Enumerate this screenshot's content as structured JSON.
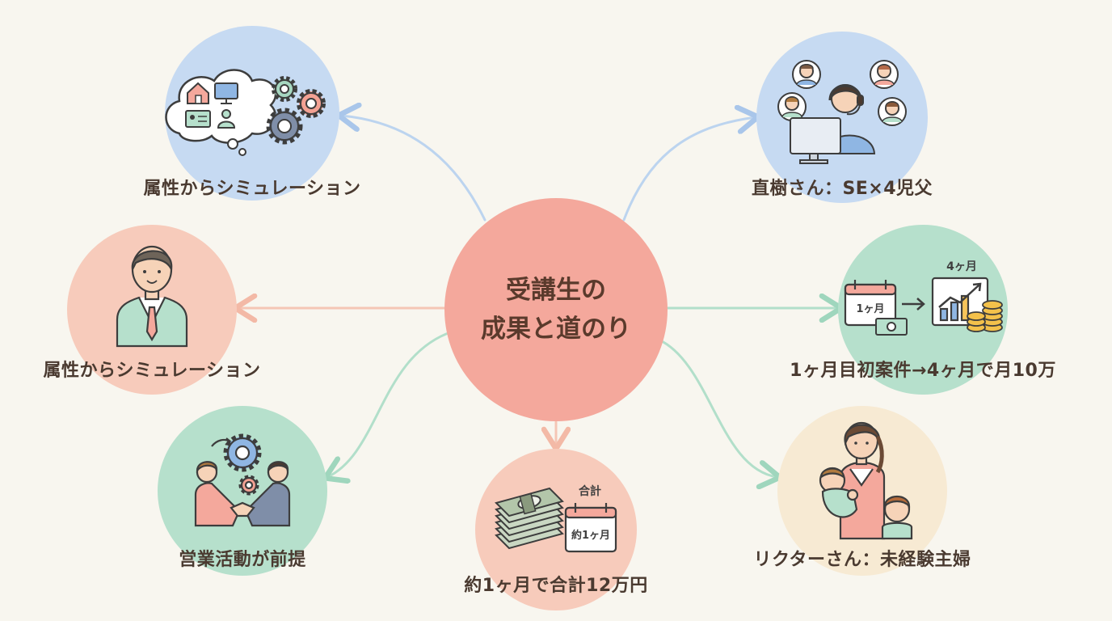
{
  "center": {
    "line1": "受講生の",
    "line2": "成果と道のり"
  },
  "nodes": {
    "top_left": {
      "label": "属性からシミュレーション"
    },
    "mid_left": {
      "label": "属性からシミュレーション"
    },
    "bottom_left": {
      "label": "営業活動が前提"
    },
    "bottom_center": {
      "label": "約1ヶ月で合計12万円",
      "tag_total": "合計",
      "calendar_text": "約1ヶ月"
    },
    "top_right": {
      "label": "直樹さん：SE×4児父"
    },
    "mid_right": {
      "label": "1ヶ月目初案件→4ヶ月で月10万",
      "calendar_text": "1ヶ月",
      "chart_tag": "4ヶ月"
    },
    "bottom_right": {
      "label": "リクターさん：未経験主婦"
    }
  },
  "colors": {
    "background": "#f8f6ef",
    "center": "#f4a89c",
    "blue": "#c6daf2",
    "peach": "#f7cbbb",
    "mint": "#b6e0cc",
    "cream": "#f7ead3",
    "text": "#4a3a30"
  }
}
